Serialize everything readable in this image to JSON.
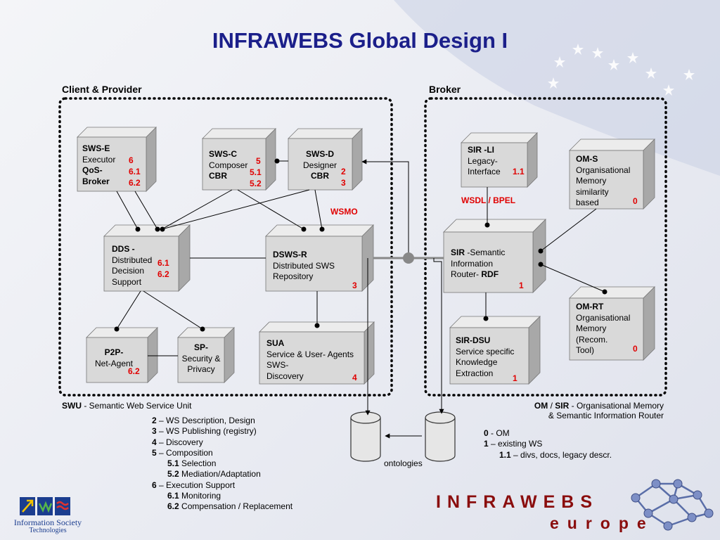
{
  "title": "INFRAWEBS  Global Design I",
  "sections": {
    "client": "Client & Provider",
    "broker": "Broker"
  },
  "components": {
    "swse": {
      "lines": [
        "SWS-E",
        "Executor",
        "QoS-",
        "Broker"
      ],
      "nums": [
        "6",
        "6.1",
        "6.2"
      ]
    },
    "swsc": {
      "lines": [
        "SWS-C",
        "Composer",
        "CBR"
      ],
      "nums": [
        "5",
        "5.1",
        "5.2"
      ]
    },
    "swsd": {
      "lines": [
        "SWS-D",
        "Designer",
        "CBR"
      ],
      "nums": [
        "2",
        "3"
      ]
    },
    "dds": {
      "lines": [
        "DDS -",
        "Distributed",
        "Decision",
        "Support"
      ],
      "nums": [
        "6.1",
        "6.2"
      ]
    },
    "dswsr": {
      "lines": [
        "DSWS-R",
        "Distributed SWS",
        "Repository"
      ],
      "num": "3"
    },
    "p2p": {
      "lines": [
        "P2P-",
        "Net-Agent"
      ],
      "num": "6.2"
    },
    "sp": {
      "lines": [
        "SP-",
        "Security &",
        "Privacy"
      ]
    },
    "sua": {
      "lines": [
        "SUA",
        "Service & User- Agents",
        "SWS-",
        "Discovery"
      ],
      "num": "4"
    },
    "sirli": {
      "lines": [
        "SIR -LI",
        "Legacy-",
        "Interface"
      ],
      "num": "1.1"
    },
    "oms": {
      "lines": [
        "OM-S",
        "Organisational",
        "Memory",
        "similarity",
        "based"
      ],
      "num": "0"
    },
    "sir": {
      "bold": "SIR",
      "rest": " -Semantic",
      "line2": "Information",
      "line3a": "Router- ",
      "line3b": "RDF",
      "num": "1"
    },
    "omrt": {
      "lines": [
        "OM-RT",
        "Organisational",
        "Memory",
        "(Recom.",
        "Tool)"
      ],
      "num": "0"
    },
    "sirdsu": {
      "lines": [
        "SIR-DSU",
        "Service specific",
        "Knowledge",
        "Extraction"
      ],
      "num": "1"
    }
  },
  "labels": {
    "wsmo": "WSMO",
    "wsdl": "WSDL / BPEL",
    "ontologies": "ontologies"
  },
  "captions": {
    "swu_bold": "SWU",
    "swu_rest": " - Semantic Web Service Unit",
    "om_bold1": "OM",
    "om_sep": " / ",
    "om_bold2": "SIR",
    "om_rest": " - Organisational Memory",
    "om_line2": "& Semantic Information Router"
  },
  "legend_left": [
    {
      "num": "2",
      "text": " – WS Description, Design",
      "indent": false
    },
    {
      "num": "3",
      "text": " – WS Publishing (registry)",
      "indent": false
    },
    {
      "num": "4",
      "text": " – Discovery",
      "indent": false
    },
    {
      "num": "5",
      "text": " – Composition",
      "indent": false
    },
    {
      "num": "5.1",
      "text": " Selection",
      "indent": true
    },
    {
      "num": "5.2",
      "text": " Mediation/Adaptation",
      "indent": true
    },
    {
      "num": "6",
      "text": " – Execution Support",
      "indent": false
    },
    {
      "num": "6.1",
      "text": " Monitoring",
      "indent": true
    },
    {
      "num": "6.2",
      "text": " Compensation / Replacement",
      "indent": true
    }
  ],
  "legend_right": [
    {
      "num": "0",
      "text": " - OM",
      "indent": false
    },
    {
      "num": "1",
      "text": " – existing WS",
      "indent": false
    },
    {
      "num": "1.1",
      "text": " – divs, docs, legacy descr.",
      "indent": true
    }
  ],
  "logo_ist": {
    "line1": "Information Society",
    "line2": "Technologies"
  },
  "brand": {
    "main": "INFRAWEBS",
    "sub": "europe"
  },
  "colors": {
    "title": "#1b1f8a",
    "numbers": "#e00000",
    "brand": "#8a0d0d",
    "box_front": "#d9d9d9",
    "box_top": "#ececec",
    "box_side": "#a8a8a8"
  }
}
